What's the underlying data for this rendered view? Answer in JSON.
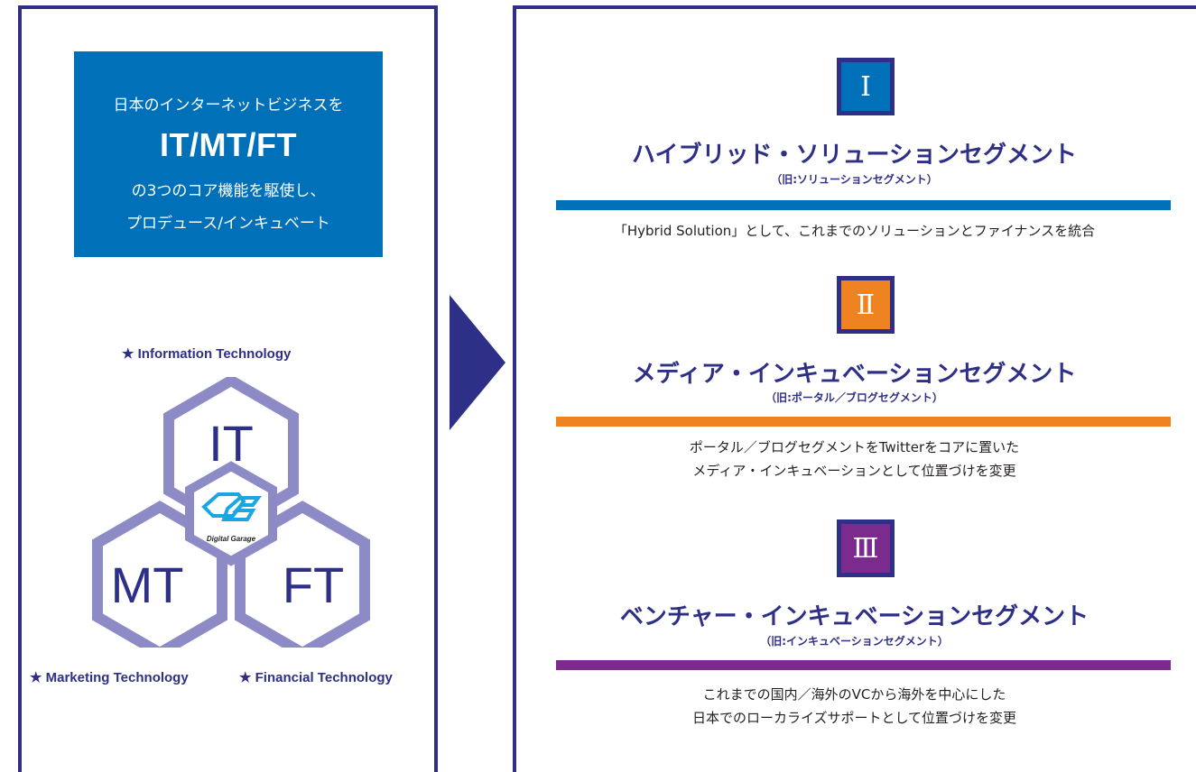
{
  "left": {
    "tagline": {
      "line1": "日本のインターネットビジネスを",
      "line2": "IT/MT/FT",
      "line3": "の3つのコア機能を駆使し、",
      "line4": "プロデュース/インキュベート"
    },
    "label_it": "★ Information Technology",
    "label_mt": "★ Marketing Technology",
    "label_ft": "★ Financial Technology",
    "hex_it": "IT",
    "hex_mt": "MT",
    "hex_ft": "FT",
    "logo_text": "Digital Garage"
  },
  "segments": [
    {
      "numeral": "Ⅰ",
      "color": "#0070b8",
      "title": "ハイブリッド・ソリューションセグメント",
      "subtitle": "（旧:ソリューションセグメント）",
      "desc1": "「Hybrid Solution」として、これまでのソリューションとファイナンスを統合",
      "desc2": ""
    },
    {
      "numeral": "Ⅱ",
      "color": "#f08321",
      "title": "メディア・インキュベーションセグメント",
      "subtitle": "（旧:ポータル／ブログセグメント）",
      "desc1": "ポータル／ブログセグメントをTwitterをコアに置いた",
      "desc2": "メディア・インキュベーションとして位置づけを変更"
    },
    {
      "numeral": "Ⅲ",
      "color": "#7b2a8e",
      "title": "ベンチャー・インキュベーションセグメント",
      "subtitle": "（旧:インキュベーションセグメント）",
      "desc1": "これまでの国内／海外のVCから海外を中心にした",
      "desc2": "日本でのローカライズサポートとして位置づけを変更"
    }
  ],
  "colors": {
    "navy": "#2e2f86",
    "blue": "#0070b8",
    "hex_stroke": "#8d8bc6",
    "logo_cyan": "#1aa6e0"
  }
}
